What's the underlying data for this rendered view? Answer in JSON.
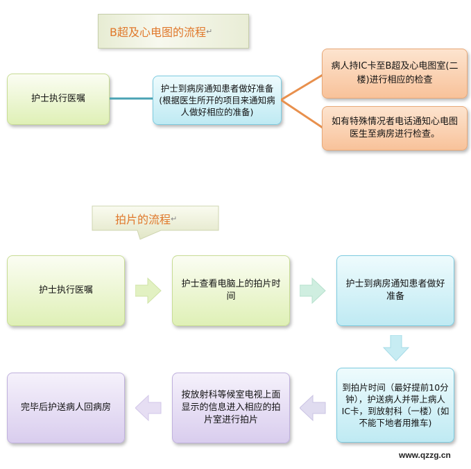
{
  "section1": {
    "title": "B超及心电图的流程",
    "start": "护士执行医嘱",
    "middle": "护士到病房通知患者做好准备(根据医生所开的项目来通知病人做好相应的准备)",
    "option_a": "病人持IC卡至B超及心电图室(二楼)进行相应的检查",
    "option_b": "如有特殊情况者电话通知心电图医生至病房进行检查。"
  },
  "section2": {
    "title": "拍片的流程",
    "step1": "护士执行医嘱",
    "step2": "护士查看电脑上的拍片时间",
    "step3": "护士到病房通知患者做好准备",
    "step4": "到拍片时间（最好提前10分钟），护送病人并带上病人IC卡，到放射科（一楼）(如不能下地者用推车)",
    "step5": "按放射科等候室电视上面显示的信息进入相应的拍片室进行拍片",
    "step6": "完毕后护送病人回病房"
  },
  "mark": "↵",
  "watermark": "www.qzzg.cn"
}
